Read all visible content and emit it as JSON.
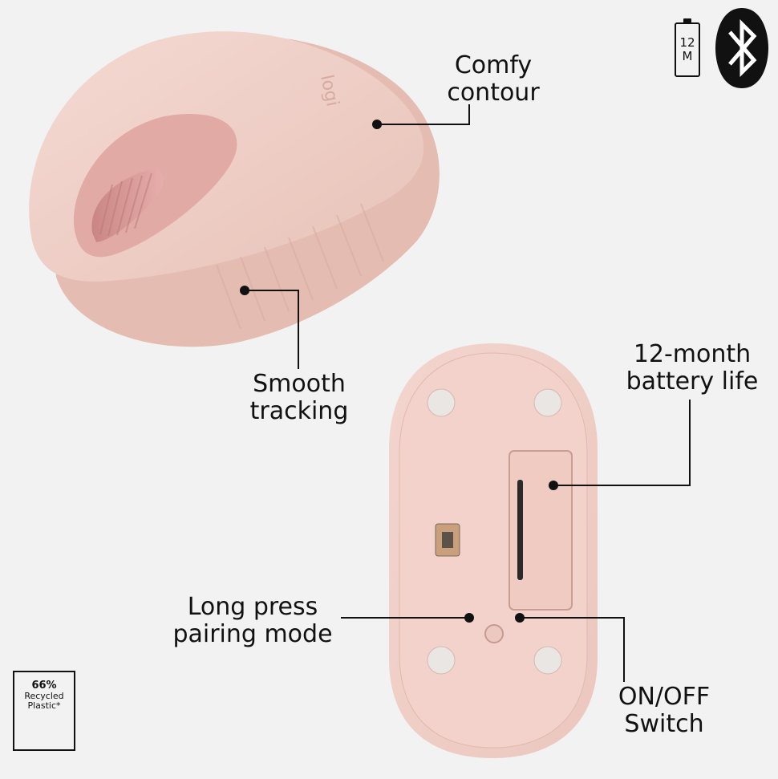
{
  "callouts": {
    "comfy": "Comfy\ncontour",
    "smooth": "Smooth\ntracking",
    "battery_life": "12-month\nbattery life",
    "pairing": "Long press\npairing mode",
    "switch": "ON/OFF\nSwitch"
  },
  "battery_badge": {
    "line1": "12",
    "line2": "M"
  },
  "recycled_badge": {
    "percent": "66%",
    "line2": "Recycled",
    "line3": "Plastic*"
  },
  "bluetooth_icon": "bluetooth-icon",
  "recycle_icon": "recycle-loop-icon",
  "colors": {
    "background": "#f2f2f2",
    "mouse_body": "#efd0c8",
    "mouse_shadow": "#e2b8ad",
    "scroll_wheel": "#d99a98",
    "text": "#111111"
  }
}
